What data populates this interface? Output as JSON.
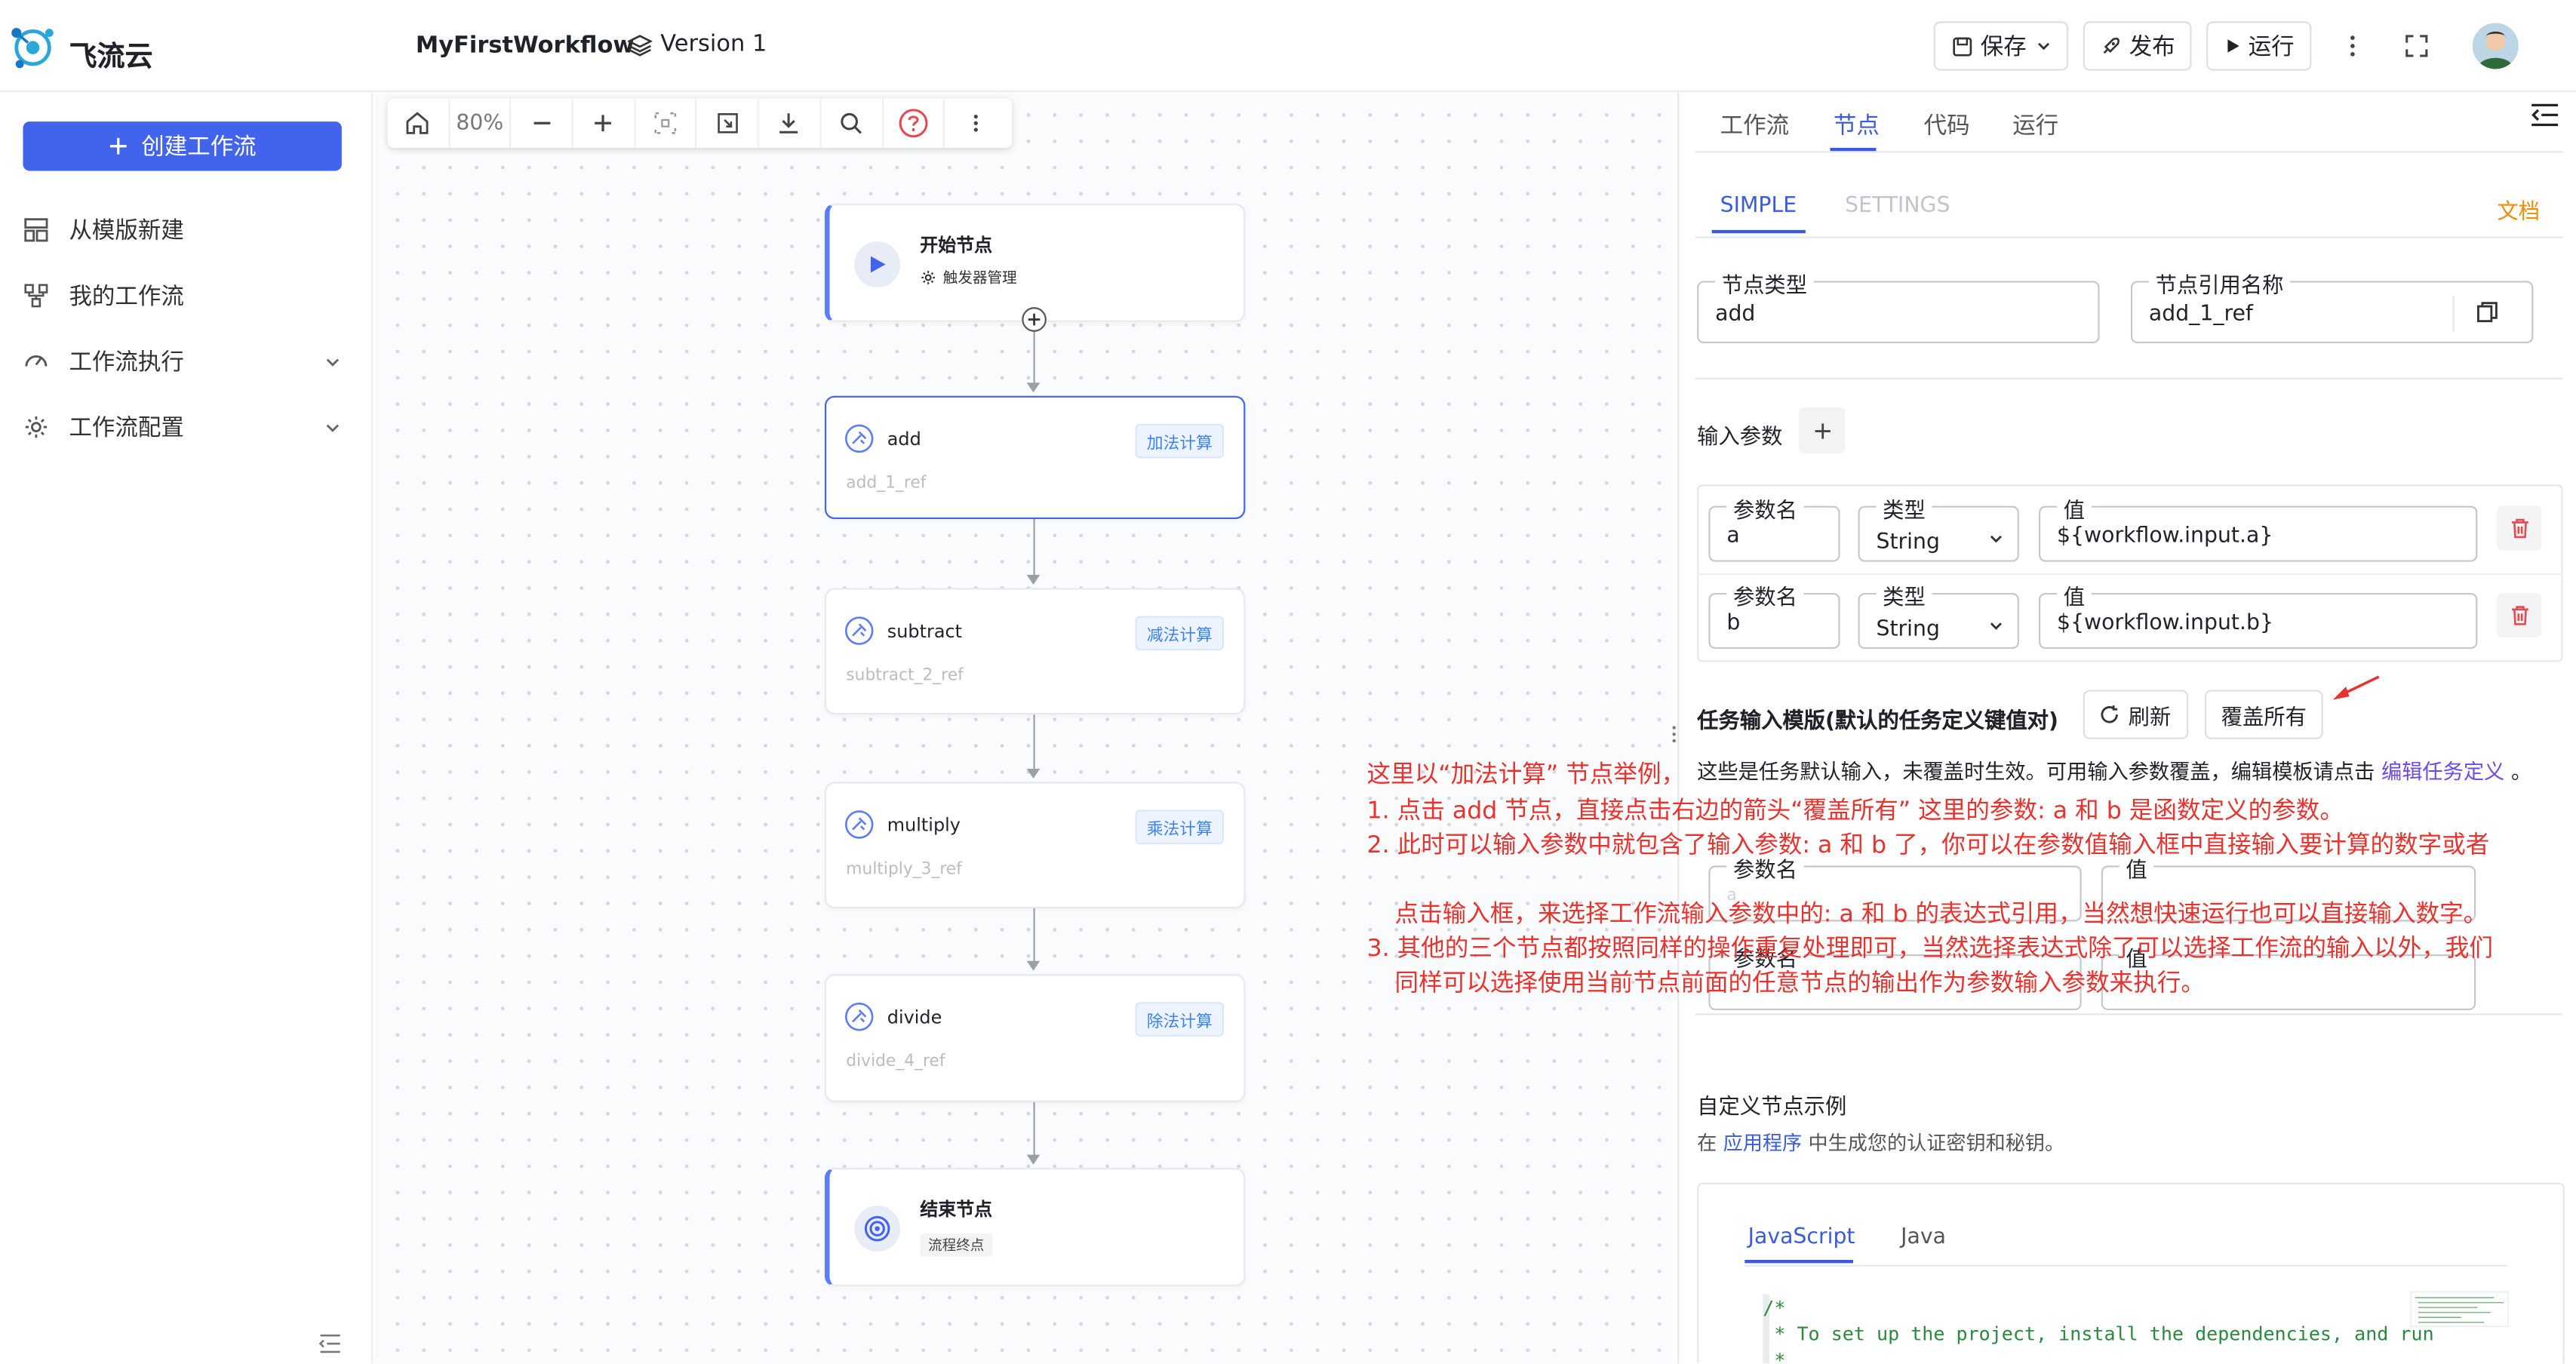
{
  "app": {
    "name": "飞流云",
    "workflow_name": "MyFirstWorkflow",
    "version": "Version 1"
  },
  "header": {
    "save": "保存",
    "publish": "发布",
    "run": "运行"
  },
  "sidebar": {
    "create_button": "创建工作流",
    "items": [
      {
        "label": "从模版新建",
        "icon": "template-icon"
      },
      {
        "label": "我的工作流",
        "icon": "workflow-icon"
      },
      {
        "label": "工作流执行",
        "icon": "gauge-icon",
        "expandable": true
      },
      {
        "label": "工作流配置",
        "icon": "gear-icon",
        "expandable": true
      }
    ]
  },
  "toolbar": {
    "zoom": "80%"
  },
  "nodes": {
    "start": {
      "title": "开始节点",
      "sub": "触发器管理"
    },
    "add": {
      "name": "add",
      "ref": "add_1_ref",
      "tag": "加法计算"
    },
    "subtract": {
      "name": "subtract",
      "ref": "subtract_2_ref",
      "tag": "减法计算"
    },
    "multiply": {
      "name": "multiply",
      "ref": "multiply_3_ref",
      "tag": "乘法计算"
    },
    "divide": {
      "name": "divide",
      "ref": "divide_4_ref",
      "tag": "除法计算"
    },
    "end": {
      "title": "结束节点",
      "sub": "流程终点"
    }
  },
  "panel": {
    "tabs": [
      "工作流",
      "节点",
      "代码",
      "运行"
    ],
    "active_tab": "节点",
    "subtabs": {
      "simple": "SIMPLE",
      "settings": "SETTINGS",
      "docs": "文档"
    },
    "node_type_label": "节点类型",
    "node_type_value": "add",
    "ref_name_label": "节点引用名称",
    "ref_name_value": "add_1_ref",
    "input_params_label": "输入参数",
    "params": [
      {
        "name_label": "参数名",
        "name": "a",
        "type_label": "类型",
        "type": "String",
        "value_label": "值",
        "value": "${workflow.input.a}"
      },
      {
        "name_label": "参数名",
        "name": "b",
        "type_label": "类型",
        "type": "String",
        "value_label": "值",
        "value": "${workflow.input.b}"
      }
    ],
    "template_title": "任务输入模版(默认的任务定义键值对)",
    "refresh": "刷新",
    "override_all": "覆盖所有",
    "template_desc": "这些是任务默认输入，未覆盖时生效。可用输入参数覆盖，编辑模板请点击",
    "template_link": "编辑任务定义",
    "template_desc_end": "。",
    "template_params": [
      {
        "name_label": "参数名",
        "name": "a",
        "value_label": "值"
      },
      {
        "name_label": "参数名",
        "value_label": "值"
      }
    ],
    "custom_title": "自定义节点示例",
    "custom_desc_pre": "在",
    "custom_link": "应用程序",
    "custom_desc_post": "中生成您的认证密钥和秘钥。",
    "code_tabs": [
      "JavaScript",
      "Java"
    ],
    "code_lines": [
      "/*",
      " * To set up the project, install the dependencies, and run",
      " *"
    ]
  },
  "annotation": {
    "lines": [
      "这里以“加法计算” 节点举例，",
      "1. 点击 add 节点，直接点击右边的箭头“覆盖所有” 这里的参数: a 和 b 是函数定义的参数。",
      "2. 此时可以输入参数中就包含了输入参数:  a 和 b 了，你可以在参数值输入框中直接输入要计算的数字或者",
      "点击输入框，来选择工作流输入参数中的: a  和  b  的表达式引用，当然想快速运行也可以直接输入数字。",
      "3. 其他的三个节点都按照同样的操作重复处理即可，当然选择表达式除了可以选择工作流的输入以外，我们",
      "同样可以选择使用当前节点前面的任意节点的输出作为参数输入参数来执行。"
    ],
    "color": "#e8322d"
  },
  "colors": {
    "accent": "#3b5bdb",
    "primary_button": "#4263eb",
    "link": "#3b5bdb",
    "delete": "#e5484d",
    "annotation": "#e8322d"
  }
}
